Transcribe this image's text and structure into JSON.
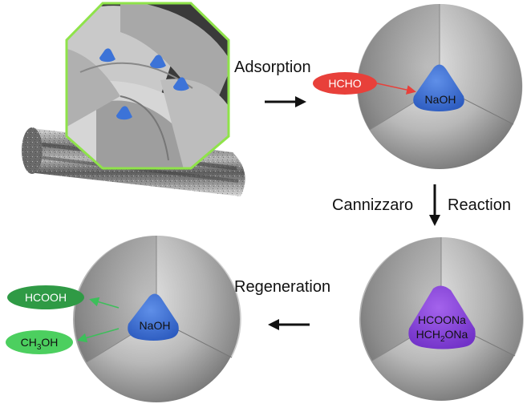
{
  "steps": {
    "adsorption": "Adsorption",
    "cannizzaro": "Cannizzaro",
    "reaction": "Reaction",
    "regeneration": "Regeneration"
  },
  "molecules": {
    "hcho": "HCHO",
    "naoh_top": "NaOH",
    "hcoona": "HCOONa",
    "hch2ona_prefix": "HCH",
    "hch2ona_sub": "2",
    "hch2ona_suffix": "ONa",
    "naoh_bottom": "NaOH",
    "hcooh": "HCOOH",
    "ch3oh_prefix": "CH",
    "ch3oh_sub": "3",
    "ch3oh_suffix": "OH"
  },
  "colors": {
    "hcho": "#e8403a",
    "naoh": "#3a6fd0",
    "salt": "#8a3fd8",
    "hcooh": "#2f9a45",
    "ch3oh": "#4ccf5f",
    "frame": "#8fe34a"
  }
}
